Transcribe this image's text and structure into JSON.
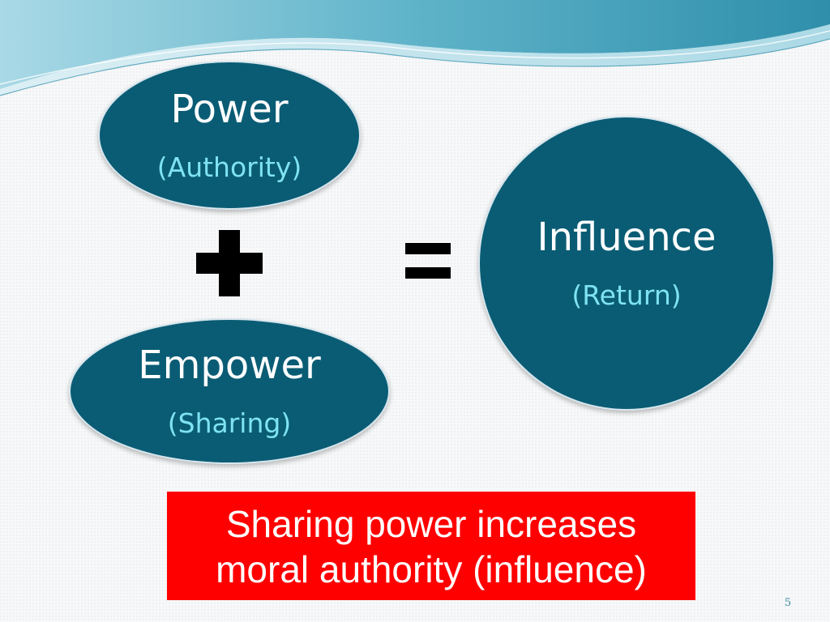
{
  "diagram": {
    "power": {
      "label": "Power",
      "sublabel": "(Authority)"
    },
    "empower": {
      "label": "Empower",
      "sublabel": "(Sharing)"
    },
    "influence": {
      "label": "Influence",
      "sublabel": "(Return)"
    }
  },
  "callout": {
    "line1": "Sharing power increases",
    "line2": "moral authority (influence)"
  },
  "slide_number": "5",
  "colors": {
    "node_fill": "#0a5c74",
    "sublabel": "#7fe3f2",
    "callout_bg": "#fe0000",
    "operator": "#000000"
  }
}
